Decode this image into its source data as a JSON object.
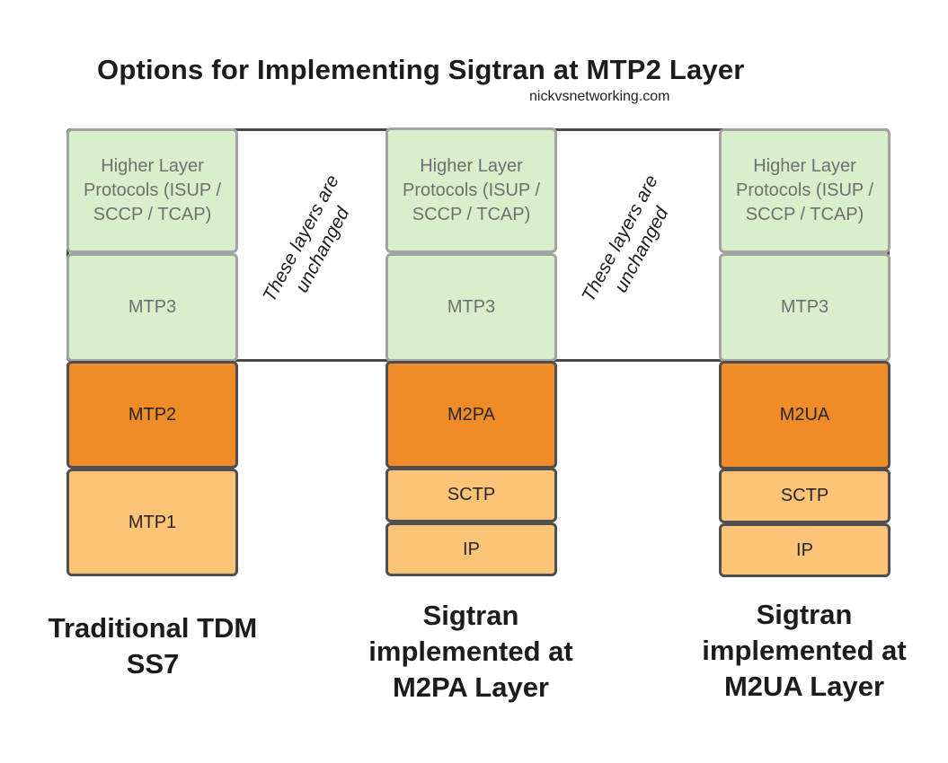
{
  "title": "Options for Implementing Sigtran at MTP2 Layer",
  "subtitle": "nickvsnetworking.com",
  "unchanged_note": "These layers are unchanged",
  "stacks": [
    {
      "caption": "Traditional TDM SS7",
      "layers": {
        "higher": "Higher Layer Protocols (ISUP / SCCP / TCAP)",
        "mtp3": "MTP3",
        "link": "MTP2",
        "lower": "MTP1"
      }
    },
    {
      "caption": "Sigtran implemented at M2PA Layer",
      "layers": {
        "higher": "Higher Layer Protocols (ISUP / SCCP / TCAP)",
        "mtp3": "MTP3",
        "link": "M2PA",
        "transport": "SCTP",
        "network": "IP"
      }
    },
    {
      "caption": "Sigtran implemented at M2UA Layer",
      "layers": {
        "higher": "Higher Layer Protocols (ISUP / SCCP / TCAP)",
        "mtp3": "MTP3",
        "link": "M2UA",
        "transport": "SCTP",
        "network": "IP"
      }
    }
  ],
  "colors": {
    "unchanged_layer_fill": "#d9efcc",
    "replaced_layer_fill": "#ef8c27",
    "lower_layer_fill": "#fdc477"
  }
}
